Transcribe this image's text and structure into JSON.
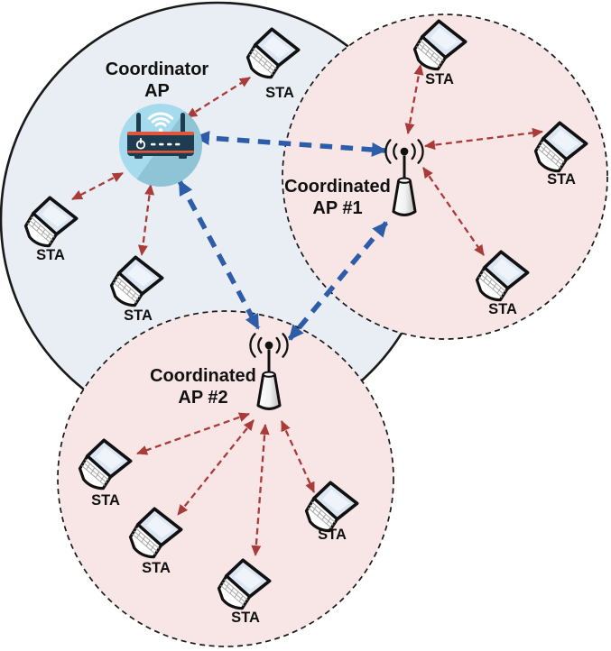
{
  "nodes": {
    "coordinator_ap": {
      "line1": "Coordinator",
      "line2": "AP"
    },
    "coordinated_ap1": {
      "line1": "Coordinated",
      "line2": "AP #1"
    },
    "coordinated_ap2": {
      "line1": "Coordinated",
      "line2": "AP #2"
    }
  },
  "stations": {
    "coordinator": [
      {
        "label": "STA"
      },
      {
        "label": "STA"
      },
      {
        "label": "STA"
      }
    ],
    "ap1": [
      {
        "label": "STA"
      },
      {
        "label": "STA"
      },
      {
        "label": "STA"
      }
    ],
    "ap2": [
      {
        "label": "STA"
      },
      {
        "label": "STA"
      },
      {
        "label": "STA"
      },
      {
        "label": "STA"
      }
    ]
  },
  "icons": {
    "coordinator": "wifi-router-icon",
    "coordinated_ap": "antenna-mast-icon",
    "station": "laptop-icon"
  },
  "colors": {
    "coordinator_cell_fill": "#e9edf4",
    "coordinated_cell_fill": "#f8e6e7",
    "cell_border": "#1a1a1a",
    "sta_link_red": "#a93c38",
    "coordination_link_blue": "#2d5ca8",
    "router_badge": "#a6dbed",
    "router_body": "#1d3c50",
    "router_accent": "#e2553a",
    "laptop_screen": "#dce7f3",
    "text": "#111111"
  }
}
